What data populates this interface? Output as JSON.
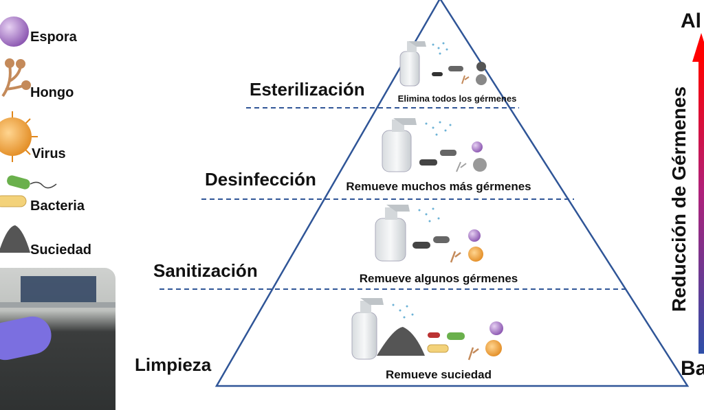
{
  "legend": {
    "items": [
      {
        "label": "Espora",
        "icon": "spore-icon"
      },
      {
        "label": "Hongo",
        "icon": "fungus-icon"
      },
      {
        "label": "Virus",
        "icon": "virus-icon"
      },
      {
        "label": "Bacteria",
        "icon": "bacteria-icon"
      },
      {
        "label": "Suciedad",
        "icon": "dirt-icon"
      }
    ]
  },
  "levels": [
    {
      "name": "Esterilización",
      "caption": "Elimina todos los gérmenes"
    },
    {
      "name": "Desinfección",
      "caption": "Remueve muchos más gérmenes"
    },
    {
      "name": "Sanitización",
      "caption": "Remueve algunos gérmenes"
    },
    {
      "name": "Limpieza",
      "caption": "Remueve suciedad"
    }
  ],
  "axis": {
    "title": "Reducción de Gérmenes",
    "top_label": "Al",
    "bottom_label": "Ba"
  },
  "colors": {
    "pyramid_stroke": "#2f5597",
    "arrow_top": "#ff0000",
    "arrow_bottom": "#2e4fa8",
    "spore": "#a070c0",
    "virus": "#f0a030",
    "bacteria_green": "#6ab04c",
    "bacteria_yellow": "#f3d27a",
    "fungus": "#c48a5a",
    "dirt": "#555555"
  }
}
